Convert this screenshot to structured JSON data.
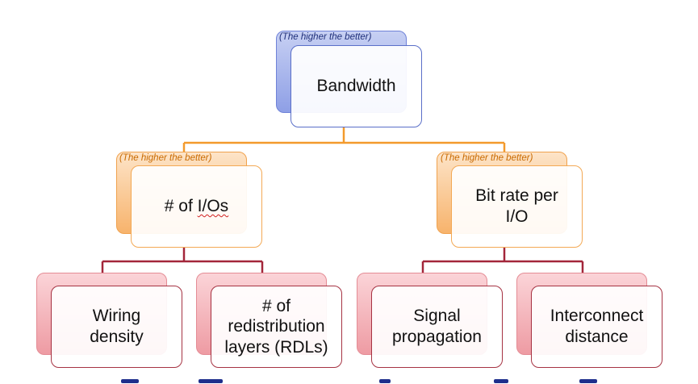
{
  "root": {
    "note": "(The higher the better)",
    "label": "Bandwidth"
  },
  "level2": [
    {
      "note": "(The higher the better)",
      "label_prefix": "# of ",
      "label_marked": "I/Os"
    },
    {
      "note": "(The higher the better)",
      "label": "Bit rate per I/O"
    }
  ],
  "level3": [
    {
      "label": "Wiring density"
    },
    {
      "label": "# of redistribution layers (RDLs)"
    },
    {
      "label": "Signal propagation"
    },
    {
      "label": "Interconnect distance"
    }
  ],
  "colors": {
    "root_accent": "#5a6fc8",
    "level2_accent": "#f3a955",
    "level3_accent": "#a63343",
    "connector_orange": "#f39a2c",
    "connector_red": "#a3263a"
  }
}
